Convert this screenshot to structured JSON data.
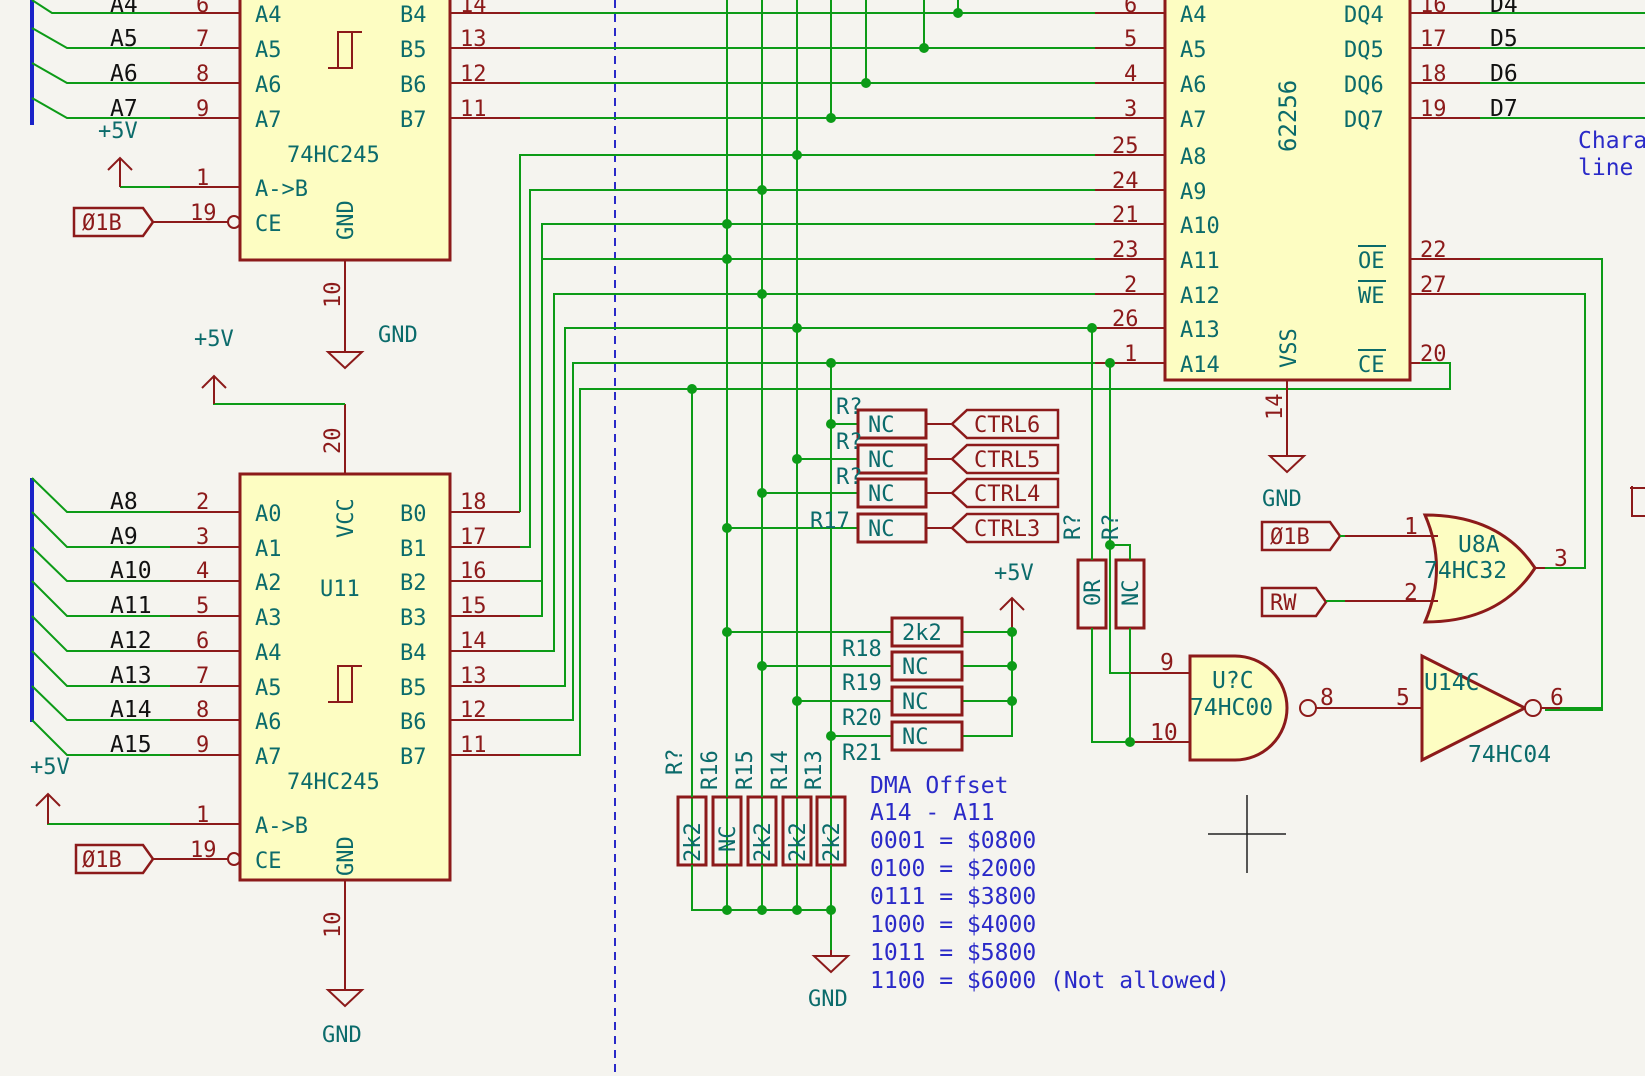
{
  "colors": {
    "wire": "#0c9b17",
    "bus": "#1a22c8",
    "component": "#8c1a1a",
    "body_fill": "#fdfdc2",
    "net_label": "#0b6b6b",
    "note": "#2a2ac8"
  },
  "ic_top": {
    "ref": "74HC245",
    "inputs": [
      "A4",
      "A5",
      "A6",
      "A7"
    ],
    "outputs": [
      "B4",
      "B5",
      "B6",
      "B7"
    ],
    "in_pins": [
      "6",
      "7",
      "8",
      "9"
    ],
    "out_pins": [
      "14",
      "13",
      "12",
      "11"
    ],
    "dir_label": "A->B",
    "dir_pin": "1",
    "ce_label": "CE",
    "ce_pin": "19",
    "gnd_label": "GND",
    "gnd_pin": "10"
  },
  "ic_bottom": {
    "ref": "U11",
    "value": "74HC245",
    "inputs": [
      "A0",
      "A1",
      "A2",
      "A3",
      "A4",
      "A5",
      "A6",
      "A7"
    ],
    "outputs": [
      "B0",
      "B1",
      "B2",
      "B3",
      "B4",
      "B5",
      "B6",
      "B7"
    ],
    "in_pins": [
      "2",
      "3",
      "4",
      "5",
      "6",
      "7",
      "8",
      "9"
    ],
    "out_pins": [
      "18",
      "17",
      "16",
      "15",
      "14",
      "13",
      "12",
      "11"
    ],
    "vcc_label": "VCC",
    "vcc_pin": "20",
    "dir_label": "A->B",
    "dir_pin": "1",
    "ce_label": "CE",
    "ce_pin": "19",
    "gnd_label": "GND",
    "gnd_pin": "10"
  },
  "bus_top_nets": [
    "A4",
    "A5",
    "A6",
    "A7"
  ],
  "bus_bottom_nets": [
    "A8",
    "A9",
    "A10",
    "A11",
    "A12",
    "A13",
    "A14",
    "A15"
  ],
  "power": {
    "p5v_a": "+5V",
    "p5v_b": "+5V",
    "p5v_c": "+5V",
    "p5v_d": "+5V",
    "gnd_a": "GND",
    "gnd_b": "GND",
    "gnd_c": "GND",
    "gnd_d": "GND"
  },
  "flags": {
    "clk_top": "Ø1B",
    "clk_bottom": "Ø1B",
    "clk_gate": "Ø1B",
    "rw": "RW",
    "ctrl": [
      "CTRL6",
      "CTRL5",
      "CTRL4",
      "CTRL3"
    ]
  },
  "ram": {
    "value": "62256",
    "addr": [
      "A4",
      "A5",
      "A6",
      "A7",
      "A8",
      "A9",
      "A10",
      "A11",
      "A12",
      "A13",
      "A14"
    ],
    "addr_pins": [
      "6",
      "5",
      "4",
      "3",
      "25",
      "24",
      "21",
      "23",
      "2",
      "26",
      "1"
    ],
    "data": [
      "DQ4",
      "DQ5",
      "DQ6",
      "DQ7"
    ],
    "data_pins": [
      "16",
      "17",
      "18",
      "19"
    ],
    "data_nets": [
      "D4",
      "D5",
      "D6",
      "D7"
    ],
    "oe": "OE",
    "oe_pin": "22",
    "we": "WE",
    "we_pin": "27",
    "ce": "CE",
    "ce_pin": "20",
    "vss": "VSS",
    "vss_pin": "14"
  },
  "note_right": [
    "Chara",
    "line"
  ],
  "ctrl_res": {
    "refs": [
      "R?",
      "R?",
      "R?",
      "R17"
    ],
    "values": [
      "NC",
      "NC",
      "NC",
      "NC"
    ]
  },
  "pull_res": {
    "refs": [
      "R18",
      "R19",
      "R20",
      "R21"
    ],
    "values": [
      "2k2",
      "NC",
      "NC",
      "NC"
    ]
  },
  "vert_res": {
    "refs": [
      "R?",
      "R16",
      "R15",
      "R14",
      "R13"
    ],
    "values": [
      "2k2",
      "NC",
      "2k2",
      "2k2",
      "2k2"
    ]
  },
  "gate_res": {
    "refs": [
      "R?",
      "R?"
    ],
    "values": [
      "0R",
      "NC"
    ]
  },
  "or_gate": {
    "ref": "U8A",
    "value": "74HC32",
    "pins": [
      "1",
      "2",
      "3"
    ]
  },
  "nand_gate": {
    "ref": "U?C",
    "value": "74HC00",
    "pins": [
      "9",
      "10",
      "8"
    ]
  },
  "inv_gate": {
    "ref": "U14C",
    "value": "74HC04",
    "pins": [
      "5",
      "6"
    ]
  },
  "dma_note": [
    "DMA Offset",
    "A14  -  A11",
    "0001 = $0800",
    "0100 = $2000",
    "0111 = $3800",
    "1000 = $4000",
    "1011 = $5800",
    "1100 = $6000 (Not allowed)"
  ]
}
